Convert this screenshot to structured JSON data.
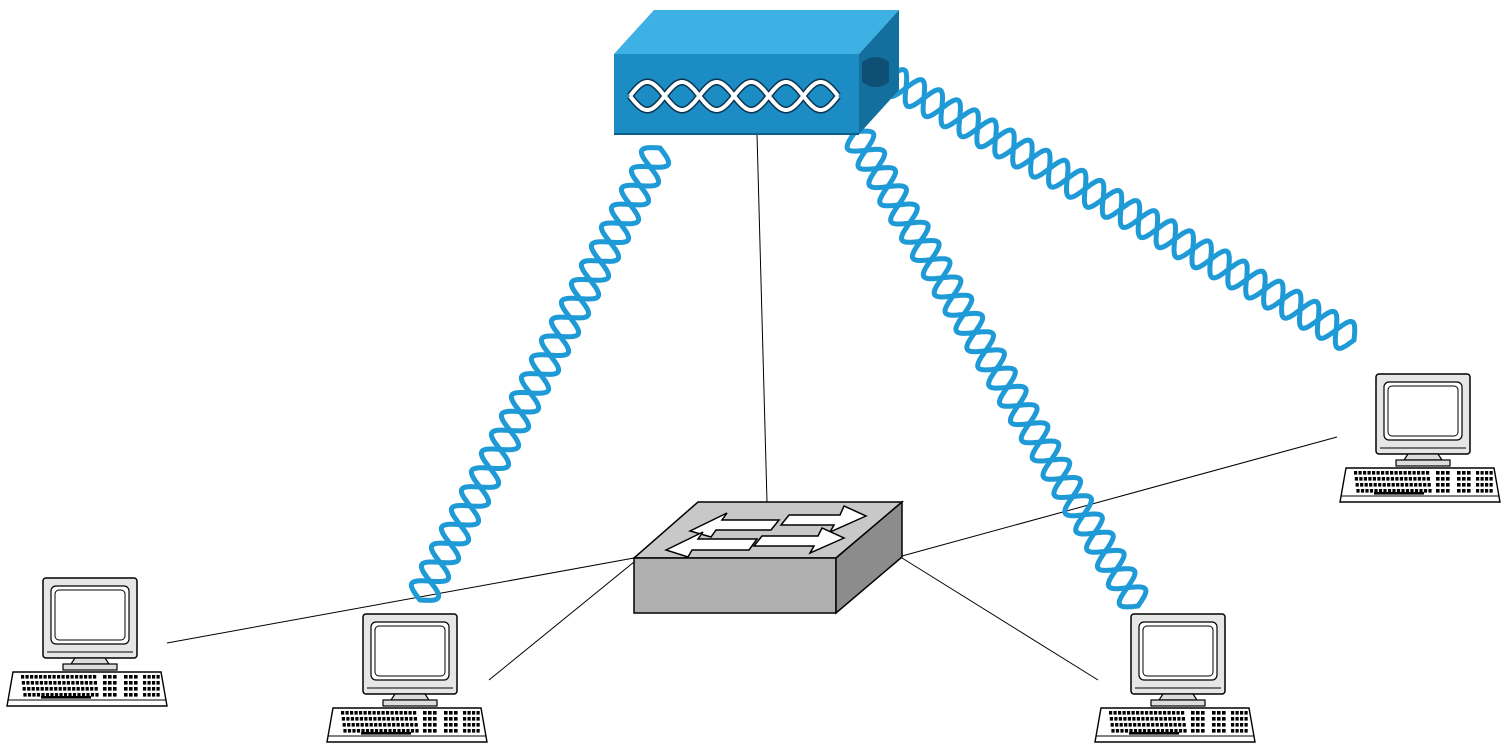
{
  "diagram": {
    "nodes": [
      {
        "id": "hub",
        "kind": "wireless-hub",
        "icon": "wireless-hub-icon",
        "color": "#1e8fc6"
      },
      {
        "id": "switch",
        "kind": "switch",
        "icon": "network-switch-icon",
        "color": "#c4c4c4"
      },
      {
        "id": "pc-far-left",
        "kind": "workstation",
        "icon": "workstation-icon"
      },
      {
        "id": "pc-left",
        "kind": "workstation",
        "icon": "workstation-icon"
      },
      {
        "id": "pc-right",
        "kind": "workstation",
        "icon": "workstation-icon"
      },
      {
        "id": "pc-far-right",
        "kind": "workstation",
        "icon": "workstation-icon"
      }
    ],
    "links": [
      {
        "from": "hub",
        "to": "switch",
        "type": "wired"
      },
      {
        "from": "switch",
        "to": "pc-far-left",
        "type": "wired"
      },
      {
        "from": "switch",
        "to": "pc-left",
        "type": "wired"
      },
      {
        "from": "switch",
        "to": "pc-right",
        "type": "wired"
      },
      {
        "from": "switch",
        "to": "pc-far-right",
        "type": "wired"
      },
      {
        "from": "hub",
        "to": "pc-left",
        "type": "wireless"
      },
      {
        "from": "hub",
        "to": "pc-right",
        "type": "wireless"
      },
      {
        "from": "hub",
        "to": "pc-far-right",
        "type": "wireless"
      }
    ],
    "colors": {
      "wireless": "#1e9ad6",
      "wired": "#000000",
      "hub_top": "#3db0e4",
      "hub_front": "#1b8cc4",
      "hub_side": "#13709e"
    }
  }
}
